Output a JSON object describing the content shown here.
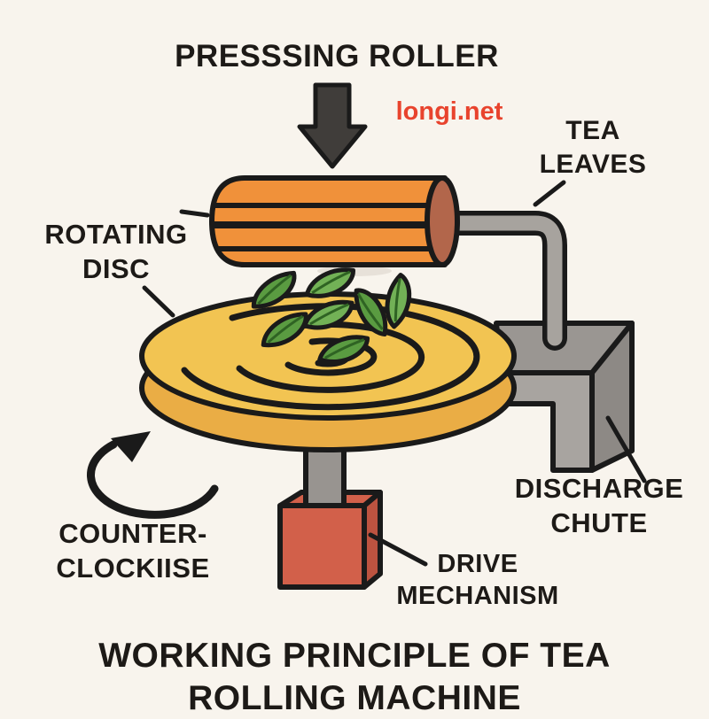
{
  "diagram": {
    "watermark": "longi.net",
    "labels": {
      "pressing_roller": "PRESSSING ROLLER",
      "tea_line1": "TEA",
      "tea_line2": "LEAVES",
      "rotating_line1": "ROTATING",
      "rotating_line2": "DISC",
      "counter_line1": "COUNTER-",
      "counter_line2": "CLOCKIISE",
      "discharge_line1": "DISCHARGE",
      "discharge_line2": "CHUTE",
      "drive_line1": "DRIVE",
      "drive_line2": "MECHANISM"
    },
    "title_line1": "WORKING PRINCIPLE OF TEA",
    "title_line2": "ROLLING MACHINE"
  },
  "colors": {
    "background": "#f8f4ed",
    "outline": "#1a1a1a",
    "text": "#1d1a17",
    "watermark_red": "#e8432d",
    "arrow_fill": "#403d3a",
    "roller_body": "#f0913a",
    "roller_cap": "#b2664b",
    "pipe_gray": "#a7a39e",
    "chute_top": "#9a9692",
    "chute_front": "#a8a4a0",
    "chute_side": "#8d8985",
    "disc_top": "#f2c452",
    "disc_side": "#eaad45",
    "shaft_gray": "#989490",
    "drive_front": "#d2604a",
    "drive_side": "#bc5340",
    "drive_top": "#d2604a",
    "leaf_light": "#72b156",
    "leaf_dark": "#5a9b41",
    "leaf_vein": "#2f6323",
    "shadow": "#d8d2c8"
  }
}
